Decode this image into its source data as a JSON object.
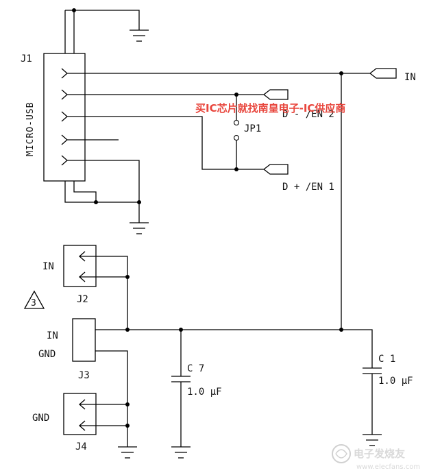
{
  "labels": {
    "j1": "J1",
    "micro_usb": "MICRO-USB",
    "in_top": "IN",
    "d_minus": "D - /EN 2",
    "jp1": "JP1",
    "d_plus": "D + /EN 1",
    "in_j2": "IN",
    "j2": "J2",
    "note": "3",
    "in_j3": "IN",
    "gnd_j3": "GND",
    "j3": "J3",
    "gnd_j4": "GND",
    "j4": "J4",
    "c7": "C 7",
    "c7_val": "1.0 μF",
    "c1": "C 1",
    "c1_val": "1.0 μF"
  },
  "watermark": {
    "text": "买IC芯片就找南皇电子-IC供应商",
    "color": "#e8453c"
  },
  "logo": {
    "text": "电子发烧友",
    "sub": "www.elecfans.com"
  }
}
